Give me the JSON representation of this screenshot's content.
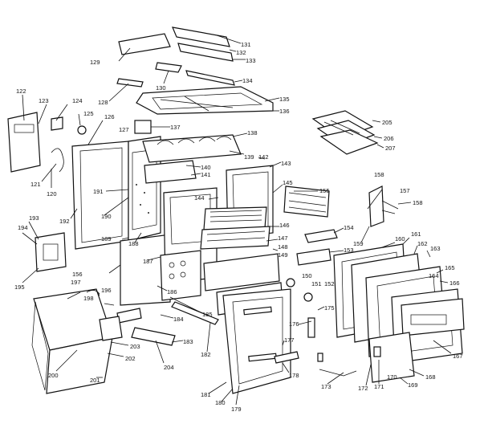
{
  "diagram": {
    "type": "exploded-parts-diagram",
    "callouts": [
      {
        "id": "c120",
        "text": "120"
      },
      {
        "id": "c121",
        "text": "121"
      },
      {
        "id": "c122",
        "text": "122"
      },
      {
        "id": "c123",
        "text": "123"
      },
      {
        "id": "c124",
        "text": "124"
      },
      {
        "id": "c125",
        "text": "125"
      },
      {
        "id": "c126",
        "text": "126"
      },
      {
        "id": "c127",
        "text": "127"
      },
      {
        "id": "c128",
        "text": "128"
      },
      {
        "id": "c129",
        "text": "129"
      },
      {
        "id": "c130",
        "text": "130"
      },
      {
        "id": "c131",
        "text": "131"
      },
      {
        "id": "c132",
        "text": "132"
      },
      {
        "id": "c133",
        "text": "133"
      },
      {
        "id": "c134",
        "text": "134"
      },
      {
        "id": "c135",
        "text": "135"
      },
      {
        "id": "c136",
        "text": "136"
      },
      {
        "id": "c137",
        "text": "137"
      },
      {
        "id": "c138",
        "text": "138"
      },
      {
        "id": "c139",
        "text": "139"
      },
      {
        "id": "c140",
        "text": "140"
      },
      {
        "id": "c141",
        "text": "141"
      },
      {
        "id": "c142",
        "text": "142"
      },
      {
        "id": "c143",
        "text": "143"
      },
      {
        "id": "c144",
        "text": "144"
      },
      {
        "id": "c145",
        "text": "145"
      },
      {
        "id": "c146",
        "text": "146"
      },
      {
        "id": "c147",
        "text": "147"
      },
      {
        "id": "c148",
        "text": "148"
      },
      {
        "id": "c149",
        "text": "149"
      },
      {
        "id": "c150",
        "text": "150"
      },
      {
        "id": "c151",
        "text": "151"
      },
      {
        "id": "c152",
        "text": "152"
      },
      {
        "id": "c153",
        "text": "153"
      },
      {
        "id": "c154",
        "text": "154"
      },
      {
        "id": "c155",
        "text": "155"
      },
      {
        "id": "c156",
        "text": "156"
      },
      {
        "id": "c157",
        "text": "157"
      },
      {
        "id": "c158a",
        "text": "158"
      },
      {
        "id": "c158b",
        "text": "158"
      },
      {
        "id": "c159",
        "text": "159"
      },
      {
        "id": "c160",
        "text": "160"
      },
      {
        "id": "c161",
        "text": "161"
      },
      {
        "id": "c162",
        "text": "162"
      },
      {
        "id": "c163",
        "text": "163"
      },
      {
        "id": "c164",
        "text": "164"
      },
      {
        "id": "c165",
        "text": "165"
      },
      {
        "id": "c166",
        "text": "166"
      },
      {
        "id": "c167",
        "text": "167"
      },
      {
        "id": "c168",
        "text": "168"
      },
      {
        "id": "c169",
        "text": "169"
      },
      {
        "id": "c170",
        "text": "170"
      },
      {
        "id": "c171",
        "text": "171"
      },
      {
        "id": "c172",
        "text": "172"
      },
      {
        "id": "c173",
        "text": "173"
      },
      {
        "id": "c175",
        "text": "175"
      },
      {
        "id": "c176",
        "text": "176"
      },
      {
        "id": "c177",
        "text": "177"
      },
      {
        "id": "c178",
        "text": "178"
      },
      {
        "id": "c179",
        "text": "179"
      },
      {
        "id": "c180",
        "text": "180"
      },
      {
        "id": "c181",
        "text": "181"
      },
      {
        "id": "c182",
        "text": "182"
      },
      {
        "id": "c183",
        "text": "183"
      },
      {
        "id": "c184",
        "text": "184"
      },
      {
        "id": "c185",
        "text": "185"
      },
      {
        "id": "c186",
        "text": "186"
      },
      {
        "id": "c187",
        "text": "187"
      },
      {
        "id": "c188",
        "text": "188"
      },
      {
        "id": "c189",
        "text": "189"
      },
      {
        "id": "c190",
        "text": "190"
      },
      {
        "id": "c191",
        "text": "191"
      },
      {
        "id": "c192",
        "text": "192"
      },
      {
        "id": "c193",
        "text": "193"
      },
      {
        "id": "c194",
        "text": "194"
      },
      {
        "id": "c195",
        "text": "195"
      },
      {
        "id": "c196",
        "text": "196"
      },
      {
        "id": "c197",
        "text": "197"
      },
      {
        "id": "c198",
        "text": "198"
      },
      {
        "id": "c200",
        "text": "200"
      },
      {
        "id": "c201",
        "text": "201"
      },
      {
        "id": "c202",
        "text": "202"
      },
      {
        "id": "c203",
        "text": "203"
      },
      {
        "id": "c204",
        "text": "204"
      },
      {
        "id": "c205",
        "text": "205"
      },
      {
        "id": "c206",
        "text": "206"
      },
      {
        "id": "c207",
        "text": "207"
      }
    ]
  }
}
